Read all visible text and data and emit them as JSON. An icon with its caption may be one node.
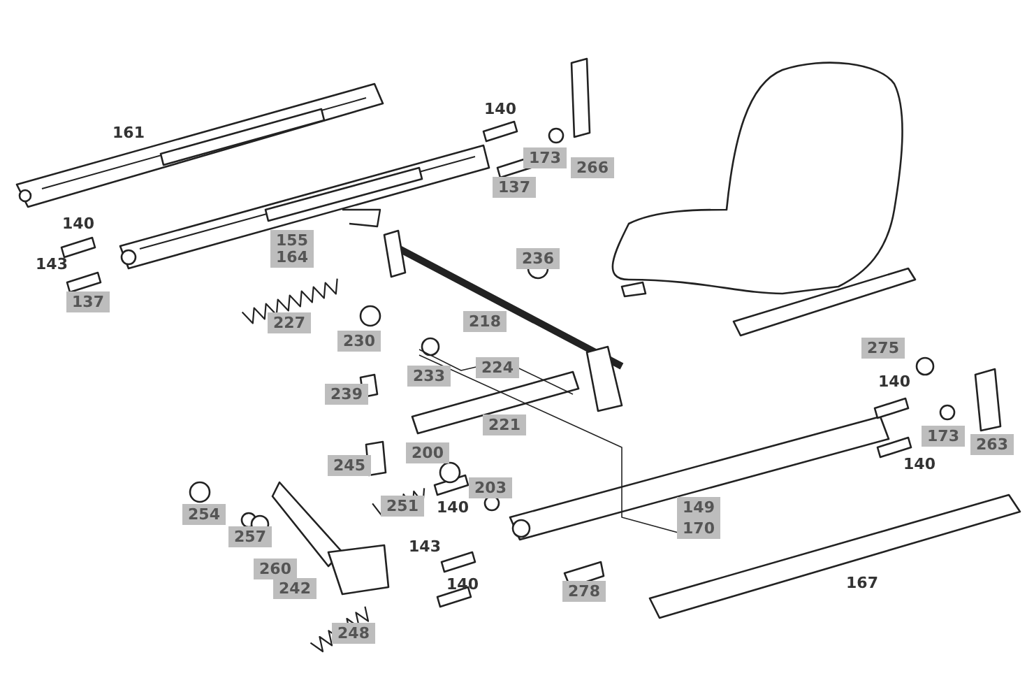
{
  "diagram": {
    "labels": [
      "161",
      "140",
      "173",
      "266",
      "137",
      "140",
      "143",
      "137",
      "155",
      "164",
      "236",
      "227",
      "230",
      "218",
      "233",
      "224",
      "275",
      "239",
      "140",
      "221",
      "173",
      "263",
      "245",
      "200",
      "140",
      "203",
      "251",
      "149",
      "254",
      "257",
      "170",
      "140",
      "143",
      "260",
      "242",
      "140",
      "278",
      "167",
      "248"
    ]
  }
}
